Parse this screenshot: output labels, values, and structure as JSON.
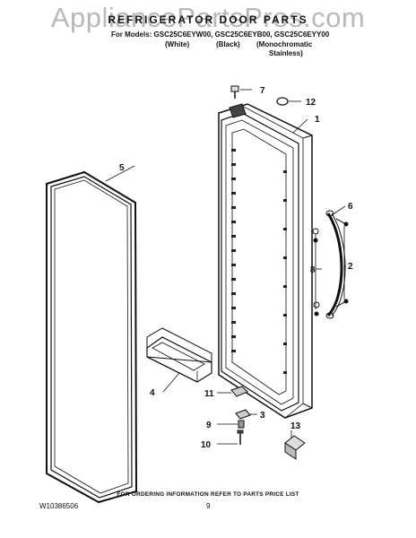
{
  "watermark": "AppliancePartsPros.com",
  "header": {
    "title": "REFRIGERATOR DOOR PARTS",
    "models_line": "For Models: GSC25C6EYW00, GSC25C6EYB00, GSC25C6EYY00",
    "variants": [
      "(White)",
      "(Black)",
      "(Monochromatic",
      "Stainless)"
    ]
  },
  "callouts": [
    "1",
    "2",
    "3",
    "4",
    "5",
    "6",
    "7",
    "8",
    "9",
    "10",
    "11",
    "12",
    "13"
  ],
  "footer": {
    "ordering_note": "FOR ORDERING INFORMATION REFER TO PARTS PRICE LIST",
    "doc_number": "W10386506",
    "page_number": "9"
  }
}
